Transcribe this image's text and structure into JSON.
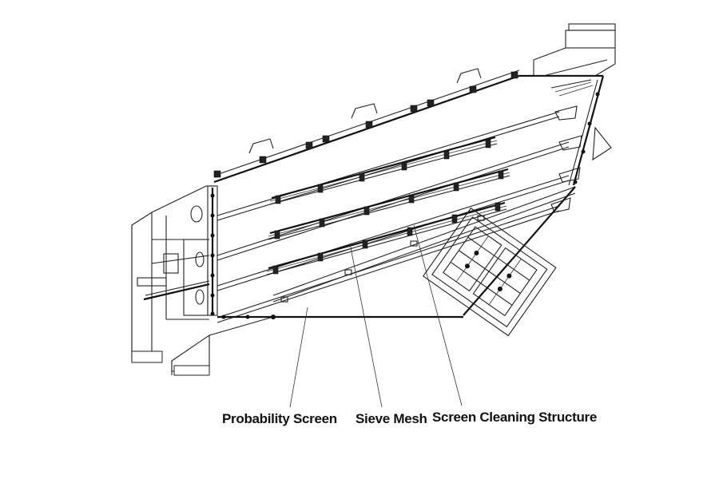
{
  "labels": [
    {
      "id": "probability",
      "text": "Probability Screen"
    },
    {
      "id": "sieve",
      "text": "Sieve Mesh"
    },
    {
      "id": "cleaning",
      "text": "Screen Cleaning Structure"
    }
  ],
  "colors": {
    "line": "#222222",
    "background": "#ffffff",
    "label": "#111111"
  }
}
